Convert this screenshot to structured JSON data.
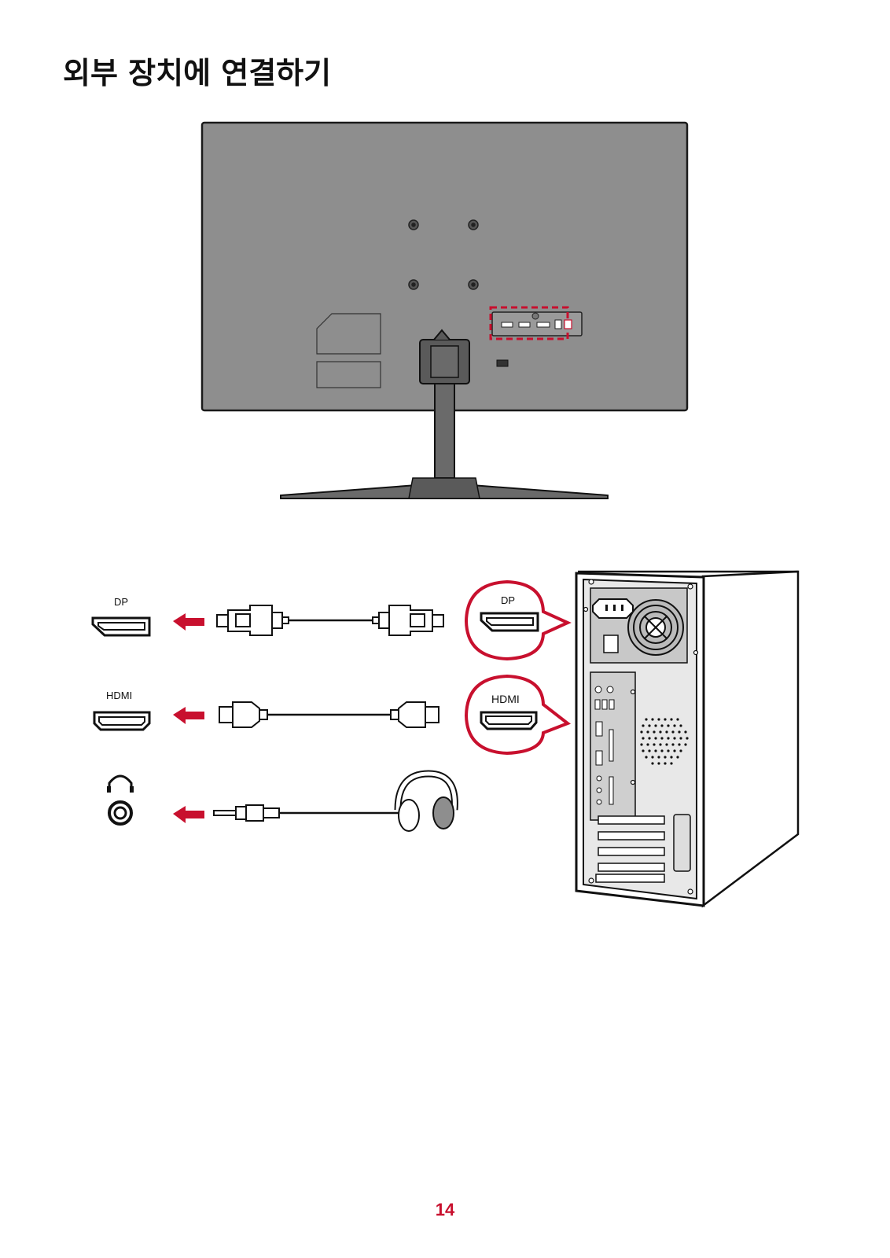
{
  "page": {
    "title": "외부 장치에 연결하기",
    "page_number": "14"
  },
  "ports": {
    "dp_label_left": "DP",
    "hdmi_label_left": "HDMI",
    "dp_label_callout": "DP",
    "hdmi_label_callout": "HDMI"
  },
  "icons": {
    "headphone_jack": "headphone-icon",
    "arrow": "left-arrow-icon"
  },
  "colors": {
    "accent_red": "#c8102e",
    "monitor_body": "#8e8e8e"
  }
}
